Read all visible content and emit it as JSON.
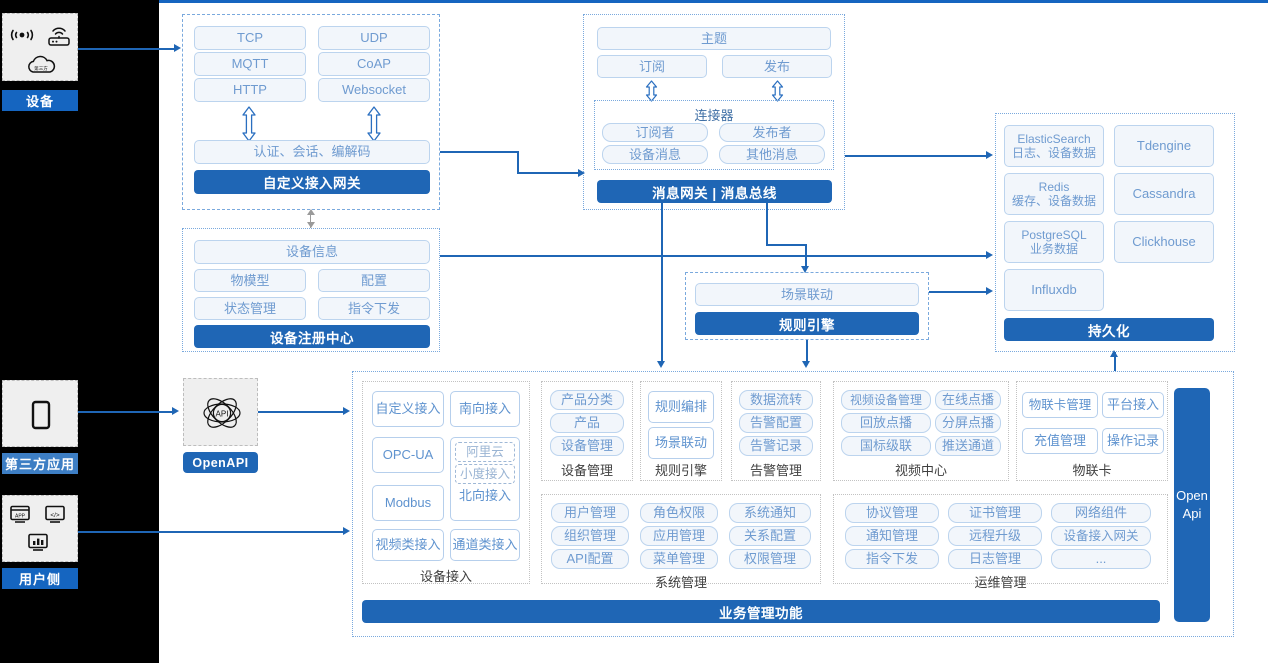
{
  "left_actors": [
    {
      "label": "设备",
      "icons": [
        "wifi-signal-icon",
        "router-icon",
        "cloud-icon"
      ]
    },
    {
      "label": "第三方应用",
      "icons": [
        "mobile-phone-icon"
      ]
    },
    {
      "label": "用户侧",
      "icons": [
        "app-window-icon",
        "code-window-icon",
        "dashboard-chart-icon"
      ]
    }
  ],
  "access_gateway": {
    "protocols": [
      "TCP",
      "UDP",
      "MQTT",
      "CoAP",
      "HTTP",
      "Websocket"
    ],
    "middle": "认证、会话、编解码",
    "footer": "自定义接入网关"
  },
  "message_bus": {
    "topic": "主题",
    "subscribe": "订阅",
    "publish": "发布",
    "connector_title": "连接器",
    "connector_items": [
      "订阅者",
      "发布者",
      "设备消息",
      "其他消息"
    ],
    "footer": "消息网关 | 消息总线"
  },
  "device_registry": {
    "header": "设备信息",
    "items": [
      "物模型",
      "配置",
      "状态管理",
      "指令下发"
    ],
    "footer": "设备注册中心"
  },
  "rule_engine": {
    "item": "场景联动",
    "footer": "规则引擎"
  },
  "persistence": {
    "items": [
      {
        "name": "ElasticSearch",
        "sub": "日志、设备数据"
      },
      {
        "name": "Tdengine",
        "sub": ""
      },
      {
        "name": "Redis",
        "sub": "缓存、设备数据"
      },
      {
        "name": "Cassandra",
        "sub": ""
      },
      {
        "name": "PostgreSQL",
        "sub": "业务数据"
      },
      {
        "name": "Clickhouse",
        "sub": ""
      },
      {
        "name": "Influxdb",
        "sub": ""
      }
    ],
    "footer": "持久化"
  },
  "openapi_node": {
    "icon": "api-atom-icon",
    "label": "OpenAPI"
  },
  "business": {
    "device_access": {
      "title": "设备接入",
      "items": [
        "自定义接入",
        "南向接入",
        "OPC-UA",
        "Modbus",
        "视频类接入",
        "通道类接入"
      ],
      "northbound": {
        "label": "北向接入",
        "nested": [
          "阿里云",
          "小度接入"
        ]
      }
    },
    "device_manage": {
      "title": "设备管理",
      "items": [
        "产品分类",
        "产品",
        "设备管理"
      ]
    },
    "rule_engine": {
      "title": "规则引擎",
      "items": [
        "规则编排",
        "场景联动"
      ]
    },
    "alarm_manage": {
      "title": "告警管理",
      "items": [
        "数据流转",
        "告警配置",
        "告警记录"
      ]
    },
    "video_center": {
      "title": "视频中心",
      "items": [
        "视频设备管理",
        "在线点播",
        "回放点播",
        "分屏点播",
        "国标级联",
        "推送通道"
      ]
    },
    "iot_card": {
      "title": "物联卡",
      "items": [
        "物联卡管理",
        "平台接入",
        "充值管理",
        "操作记录"
      ]
    },
    "system_manage": {
      "title": "系统管理",
      "items": [
        "用户管理",
        "角色权限",
        "系统通知",
        "组织管理",
        "应用管理",
        "关系配置",
        "API配置",
        "菜单管理",
        "权限管理"
      ]
    },
    "ops_manage": {
      "title": "运维管理",
      "items": [
        "协议管理",
        "证书管理",
        "网络组件",
        "通知管理",
        "远程升级",
        "设备接入网关",
        "指令下发",
        "日志管理",
        "..."
      ]
    },
    "footer": "业务管理功能",
    "open_api_bar": {
      "line1": "Open",
      "line2": "Api"
    }
  },
  "colors": {
    "brand_blue": "#1f66b5",
    "accent_line": "#1565c0",
    "pill_text": "#6f9bd0",
    "pill_bg": "#f2f6fb",
    "pill_border": "#bcd4ee",
    "dashed_group": "#7aa9dd"
  }
}
